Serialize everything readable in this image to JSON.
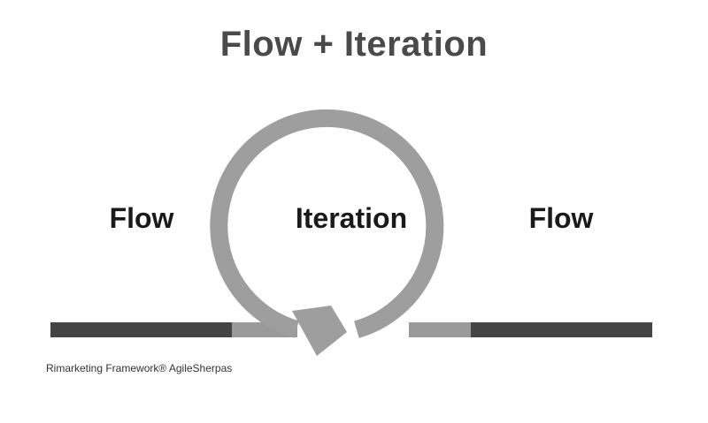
{
  "title": "Flow + Iteration",
  "labels": {
    "left": "Flow",
    "center": "Iteration",
    "right": "Flow"
  },
  "credit": "Rimarketing Framework® AgileSherpas",
  "colors": {
    "title_text": "#4a4a4a",
    "label_text": "#1a1a1a",
    "flow_bar_dark": "#444444",
    "flow_bar_light": "#9a9a9a",
    "loop_arrow": "#9e9e9e"
  }
}
